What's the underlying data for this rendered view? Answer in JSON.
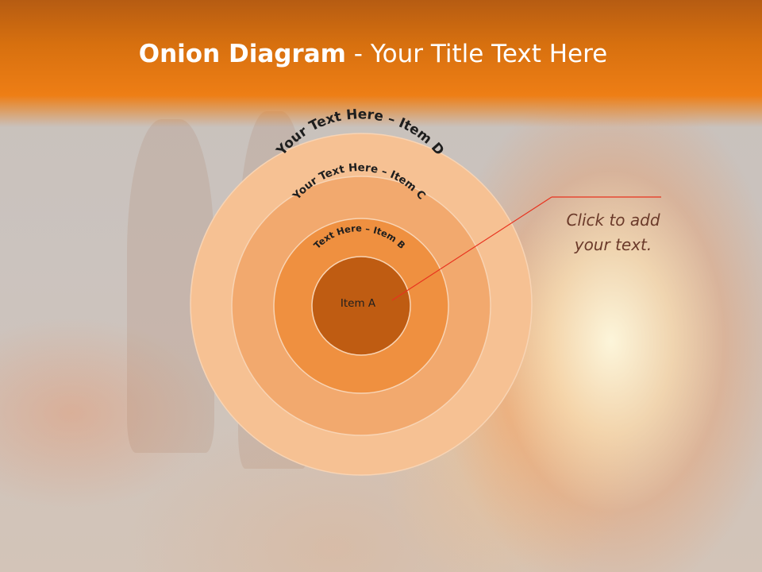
{
  "slide": {
    "title_bold": "Onion Diagram",
    "title_rest": " - Your Title Text Here"
  },
  "onion": {
    "layers": [
      {
        "label": "Your Text Here – Item D",
        "fill": "#f6c193"
      },
      {
        "label": "Your Text Here – Item C",
        "fill": "#f2a96e"
      },
      {
        "label": "Text Here – Item B",
        "fill": "#ef9040"
      },
      {
        "label": "Item A",
        "fill": "#bf5c12"
      }
    ],
    "ring_stroke": "#f8d4b4",
    "label_color": "#1e1e1e",
    "callout_line_color": "#e8321e"
  },
  "callout": {
    "line1": "Click  to add",
    "line2": "your text."
  }
}
